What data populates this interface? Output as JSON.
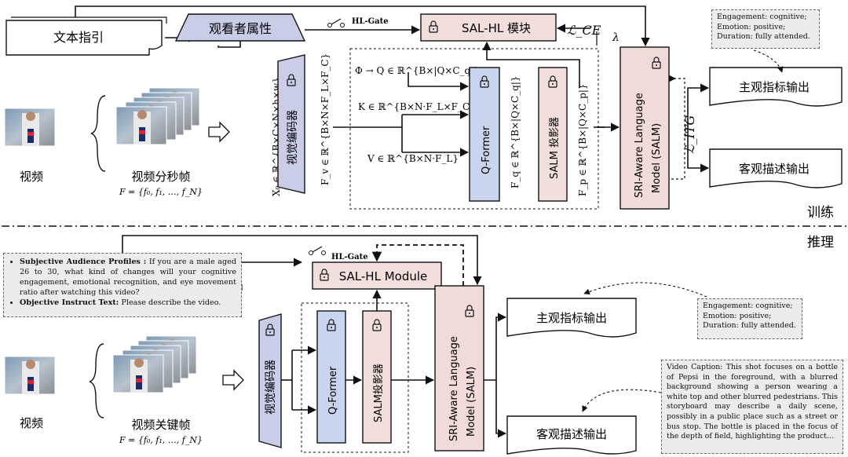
{
  "training": {
    "section_label": "训练",
    "text_instruction": "文本指引",
    "viewer_attributes": "观看者属性",
    "video_label": "视频",
    "frames_label": "视频分秒帧",
    "frames_formula": "F = {f₀, f₁, …, f_N}",
    "x0_label": "X₀ ∈ ℝ^{B×C×N×h×w}",
    "video_encoder": "视觉编码器",
    "fv_label": "F_v ∈ ℝ^{B×N×F_L×F_C}",
    "phi_label": "Φ → Q ∈ ℝ^{B×|Q×C_q|}",
    "k_label": "K ∈ ℝ^{B×N·F_L×F_C}",
    "v_label": "V ∈ ℝ^{B×N·F_L}",
    "qformer": "Q-Former",
    "fq_label": "F_q ∈ ℝ^{B×|Q×C_q|}",
    "salm_projector": "SALM 投影器",
    "fp_label": "F_p ∈ ℝ^{B×|Q×C_p|}",
    "hl_gate": "HL-Gate",
    "sal_hl": "SAL-HL 模块",
    "loss_ce": "ℒ_CE",
    "lambda": "λ",
    "loss_itg": "ℒ_ITG",
    "llm_line1": "SRI-Aware Language",
    "llm_line2": "Model (SALM)",
    "subjective_output": "主观指标输出",
    "objective_output": "客观描述输出",
    "note": [
      "Engagement: cognitive;",
      "Emotion: positive;",
      "Duration: fully attended."
    ]
  },
  "inference": {
    "section_label": "推理",
    "profiles_title": "Subjective Audience Profiles :",
    "profiles_text": "If you are a male aged 26 to 30, what kind of changes will your cognitive engagement, emotional recognition, and eye movement ratio after watching this video?",
    "instruct_title": "Objective Instruct Text:",
    "instruct_text": "Please describe the video.",
    "hl_gate": "HL-Gate",
    "sal_hl": "SAL-HL Module",
    "video_encoder": "视觉编码器",
    "qformer": "Q-Former",
    "salm_projector": "SALM投影器",
    "llm_line1": "SRI-Aware Language",
    "llm_line2": "Model (SALM)",
    "subjective_output": "主观指标输出",
    "objective_output": "客观描述输出",
    "video_label": "视频",
    "frames_label": "视频关键帧",
    "frames_formula": "F = {f₀, f₁, …, f_N}",
    "note": [
      "Engagement: cognitive;",
      "Emotion: positive;",
      "Duration: fully attended."
    ],
    "caption": "Video Caption: This shot focuses on a bottle of Pepsi in the foreground, with a blurred background showing a person wearing a white top and other blurred pedestrians. This storyboard may describe a daily scene, possibly in a public place such as a street or bus stop. The bottle is placed in the focus of the depth of field, highlighting the product..."
  },
  "colors": {
    "encoder_fill": "#c9cde8",
    "qformer_fill": "#c9d5ee",
    "pink_fill": "#f3dede",
    "llm_fill": "#f0dada",
    "note_fill": "#ececec"
  }
}
